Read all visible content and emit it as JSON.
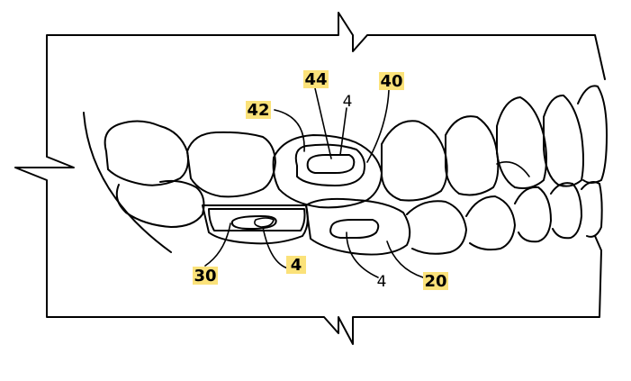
{
  "labels": {
    "l44": "44",
    "l40": "40",
    "l42": "42",
    "l4_top": "4",
    "l30": "30",
    "l4_bottom_highlight": "4",
    "l4_bottom": "4",
    "l20": "20"
  },
  "colors": {
    "line": "#000000",
    "label_highlight": "#fbe27a",
    "background": "#ffffff"
  }
}
